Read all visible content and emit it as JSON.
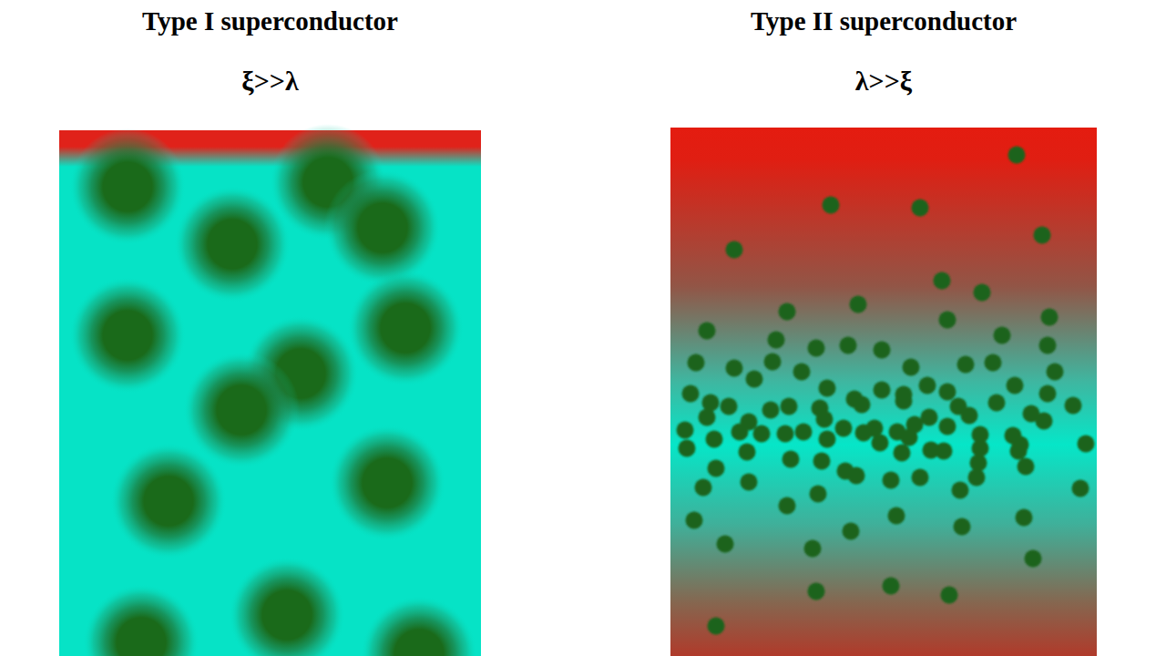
{
  "diagram": {
    "nodes": [
      {
        "text": [
          "Type I superconductor",
          "ξ>>λ"
        ]
      },
      {
        "text": [
          "Type II superconductor",
          "λ>>ξ"
        ]
      }
    ]
  }
}
